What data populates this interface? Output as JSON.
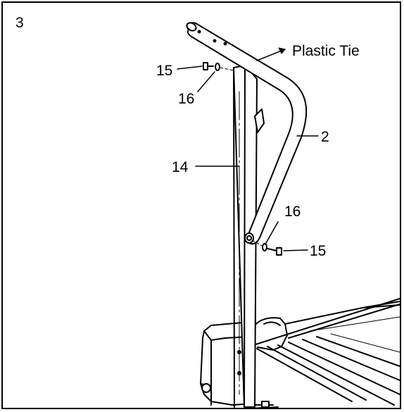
{
  "step_number": "3",
  "callouts": {
    "plastic_tie": "Plastic Tie",
    "bolt_top": "15",
    "washer_top": "16",
    "handrail": "2",
    "upright": "14",
    "washer_bottom": "16",
    "bolt_bottom": "15"
  },
  "colors": {
    "line": "#000000",
    "background": "#ffffff"
  }
}
